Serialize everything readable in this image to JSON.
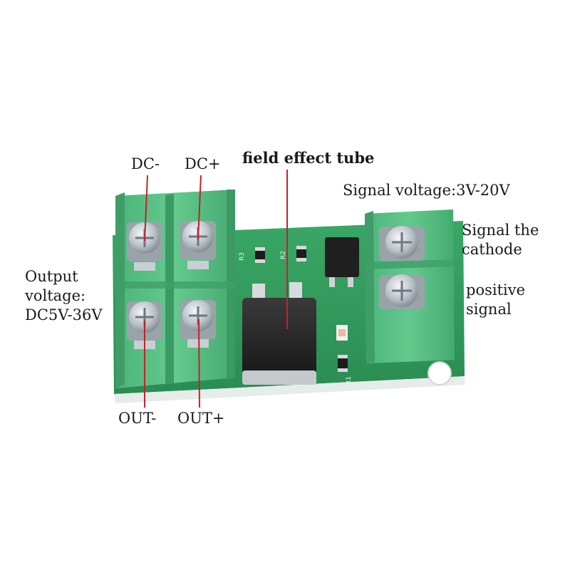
{
  "labels": {
    "dc_minus": "DC-",
    "dc_plus": "DC+",
    "mosfet": "field effect tube",
    "signal_voltage": "Signal voltage:3V-20V",
    "signal_cathode_line1": "Signal the",
    "signal_cathode_line2": "cathode",
    "positive_signal_line1": "positive",
    "positive_signal_line2": "signal",
    "output_voltage_line1": "Output",
    "output_voltage_line2": "voltage:",
    "output_voltage_line3": "DC5V-36V",
    "out_minus": "OUT-",
    "out_plus": "OUT+"
  },
  "board_silkscreen": {
    "r3": "R3",
    "r2": "R2",
    "r1": "R1"
  },
  "colors": {
    "pcb": "#2f9a5c",
    "terminal_block": "#56c183",
    "pointer_line": "#c0242b",
    "text": "#1a1a1a"
  }
}
